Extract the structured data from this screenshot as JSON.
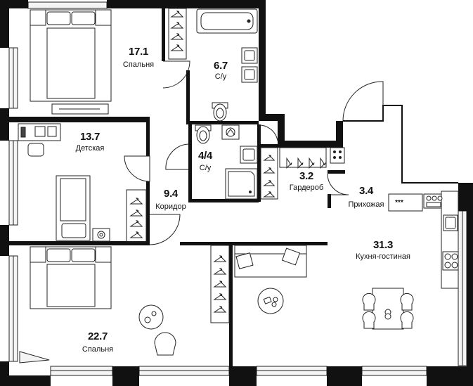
{
  "colors": {
    "wall": "#111111",
    "line": "#222222",
    "background": "#ffffff",
    "glass": "#f2f2f2"
  },
  "rooms": [
    {
      "id": "bedroom-1",
      "area": "17.1",
      "name": "Спальня"
    },
    {
      "id": "bathroom-1",
      "area": "6.7",
      "name": "С/у"
    },
    {
      "id": "kids-room",
      "area": "13.7",
      "name": "Детская"
    },
    {
      "id": "bathroom-2",
      "area": "4/4",
      "name": "С/у"
    },
    {
      "id": "wardrobe",
      "area": "3.2",
      "name": "Гардероб"
    },
    {
      "id": "hallway",
      "area": "3.4",
      "name": "Прихожая"
    },
    {
      "id": "corridor",
      "area": "9.4",
      "name": "Коридор"
    },
    {
      "id": "kitchen-living",
      "area": "31.3",
      "name": "Кухня-гостиная"
    },
    {
      "id": "bedroom-2",
      "area": "22.7",
      "name": "Спальня"
    }
  ],
  "hallway_panel_marks": "***"
}
